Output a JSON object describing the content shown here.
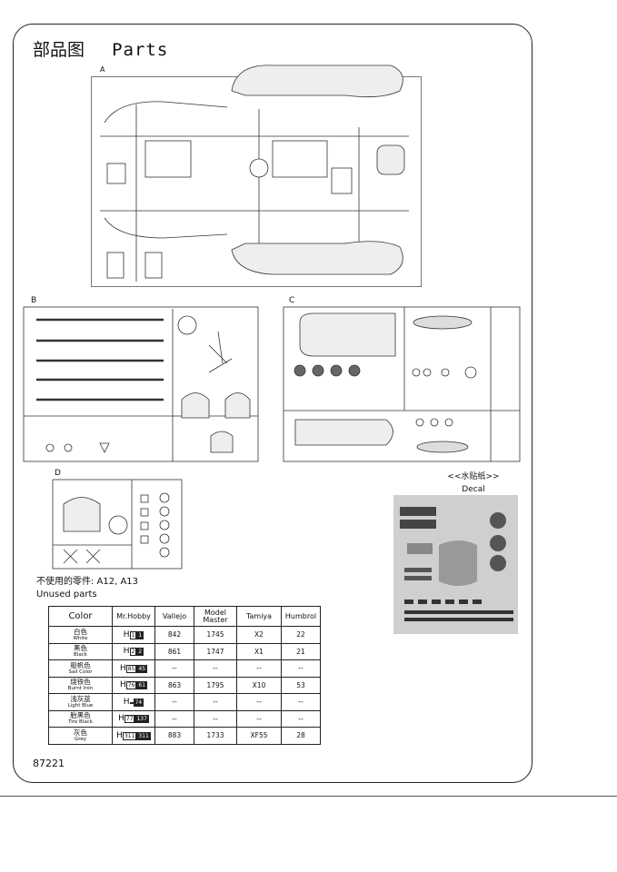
{
  "title": {
    "cn": "部品图",
    "en": "Parts"
  },
  "sprues": {
    "a": "A",
    "b": "B",
    "c": "C",
    "d": "D"
  },
  "unused": {
    "line1": "不使用的零件: A12, A13",
    "line2": "Unused parts"
  },
  "decal": {
    "cn": "<<水贴纸>>",
    "en": "Decal"
  },
  "table": {
    "headers": [
      "Color",
      "Mr.Hobby",
      "Vallejo",
      "Model Master",
      "Tamiya",
      "Humbrol"
    ],
    "rows": [
      {
        "cn": "白色",
        "en": "White",
        "h1": "1",
        "h2": "1",
        "vallejo": "842",
        "mm": "1745",
        "tamiya": "X2",
        "humbrol": "22"
      },
      {
        "cn": "黑色",
        "en": "Black",
        "h1": "2",
        "h2": "2",
        "vallejo": "861",
        "mm": "1747",
        "tamiya": "X1",
        "humbrol": "21"
      },
      {
        "cn": "船帆色",
        "en": "Sail Color",
        "h1": "85",
        "h2": "45",
        "vallejo": "--",
        "mm": "--",
        "tamiya": "--",
        "humbrol": "--"
      },
      {
        "cn": "烧铁色",
        "en": "Burnt Iron",
        "h1": "76",
        "h2": "61",
        "vallejo": "863",
        "mm": "1795",
        "tamiya": "X10",
        "humbrol": "53"
      },
      {
        "cn": "浅灰蓝",
        "en": "Light Blue",
        "h1": "",
        "h2": "74",
        "vallejo": "--",
        "mm": "--",
        "tamiya": "--",
        "humbrol": "--"
      },
      {
        "cn": "胎黑色",
        "en": "Tire Black",
        "h1": "77",
        "h2": "137",
        "vallejo": "--",
        "mm": "--",
        "tamiya": "--",
        "humbrol": "--"
      },
      {
        "cn": "灰色",
        "en": "Grey",
        "h1": "311",
        "h2": "311",
        "vallejo": "883",
        "mm": "1733",
        "tamiya": "XF55",
        "humbrol": "28"
      }
    ]
  },
  "code": "87221"
}
